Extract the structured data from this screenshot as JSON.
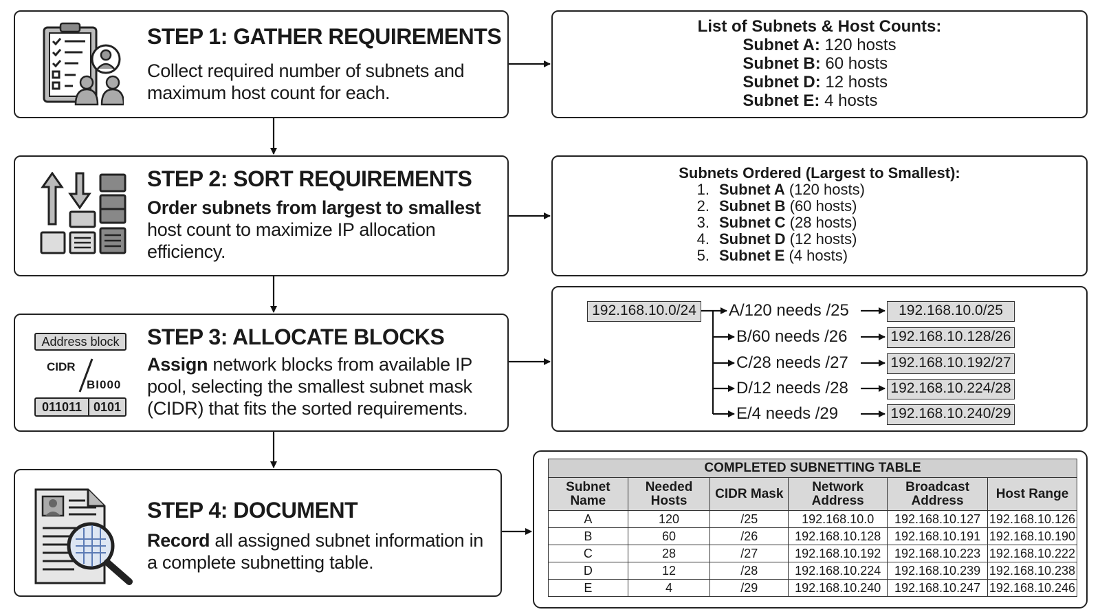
{
  "steps": [
    {
      "title": "STEP 1: GATHER REQUIREMENTS",
      "desc": "Collect required number of subnets and maximum host count for each."
    },
    {
      "title": "STEP 2: SORT REQUIREMENTS",
      "desc_bold": "Order subnets from largest to smallest",
      "desc": "host count to maximize IP allocation efficiency."
    },
    {
      "title": "STEP 3: ALLOCATE BLOCKS",
      "desc_bold": "Assign",
      "desc": " network blocks from available IP pool, selecting the smallest subnet mask (CIDR) that fits the sorted requirements."
    },
    {
      "title": "STEP 4: DOCUMENT",
      "desc_bold": "Record",
      "desc": " all assigned subnet information in a complete subnetting table."
    }
  ],
  "step3_icon": {
    "label": "Address block",
    "cidr": "CIDR",
    "bits_right": "BI000",
    "bits_left": "011011",
    "bits_tail": "0101"
  },
  "requirements": {
    "header": "List of Subnets & Host Counts:",
    "items": [
      {
        "name": "Subnet A:",
        "hosts": " 120 hosts"
      },
      {
        "name": "Subnet B:",
        "hosts": " 60 hosts"
      },
      {
        "name": "Subnet D:",
        "hosts": " 12 hosts"
      },
      {
        "name": "Subnet E:",
        "hosts": " 4 hosts"
      }
    ]
  },
  "ordered": {
    "header": "Subnets Ordered (Largest to Smallest):",
    "items": [
      {
        "num": "1.",
        "name": "Subnet A",
        "hosts": " (120 hosts)"
      },
      {
        "num": "2.",
        "name": "Subnet B",
        "hosts": " (60 hosts)"
      },
      {
        "num": "3.",
        "name": "Subnet C",
        "hosts": " (28 hosts)"
      },
      {
        "num": "4.",
        "name": "Subnet D",
        "hosts": " (12 hosts)"
      },
      {
        "num": "5.",
        "name": "Subnet E",
        "hosts": " (4 hosts)"
      }
    ]
  },
  "allocation": {
    "pool": "192.168.10.0/24",
    "rows": [
      {
        "need": "A/120 needs /25",
        "block": "192.168.10.0/25"
      },
      {
        "need": "B/60 needs /26",
        "block": "192.168.10.128/26"
      },
      {
        "need": "C/28 needs /27",
        "block": "192.168.10.192/27"
      },
      {
        "need": "D/12 needs /28",
        "block": "192.168.10.224/28"
      },
      {
        "need": "E/4 needs /29",
        "block": "192.168.10.240/29"
      }
    ]
  },
  "table": {
    "caption": "COMPLETED SUBNETTING TABLE",
    "headers": [
      "Subnet Name",
      "Needed Hosts",
      "CIDR Mask",
      "Network Address",
      "Broadcast Address",
      "Host Range"
    ],
    "rows": [
      [
        "A",
        "120",
        "/25",
        "192.168.10.0",
        "192.168.10.127",
        "192.168.10.126"
      ],
      [
        "B",
        "60",
        "/26",
        "192.168.10.128",
        "192.168.10.191",
        "192.168.10.190"
      ],
      [
        "C",
        "28",
        "/27",
        "192.168.10.192",
        "192.168.10.223",
        "192.168.10.222"
      ],
      [
        "D",
        "12",
        "/28",
        "192.168.10.224",
        "192.168.10.239",
        "192.168.10.238"
      ],
      [
        "E",
        "4",
        "/29",
        "192.168.10.240",
        "192.168.10.247",
        "192.168.10.246"
      ]
    ]
  }
}
